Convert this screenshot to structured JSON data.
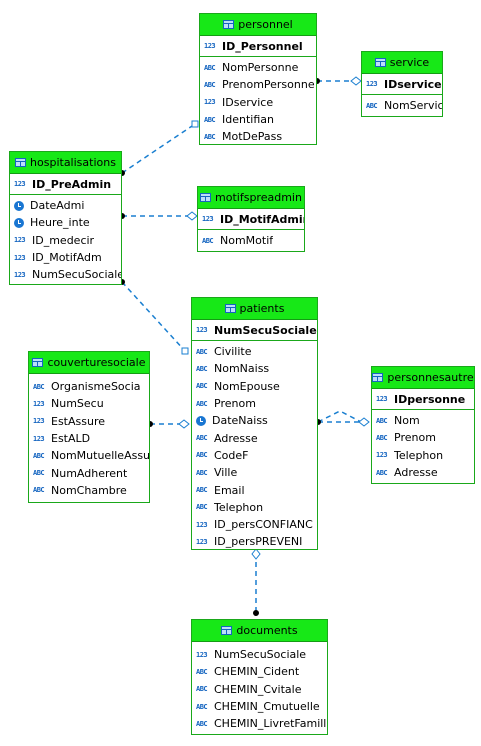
{
  "entities": {
    "personnel": {
      "name": "personnel",
      "pk": "ID_Personnel",
      "fields": [
        "NomPersonne",
        "PrenomPersonne",
        "IDservice",
        "Identifian",
        "MotDePass"
      ],
      "field_icons": [
        "abc",
        "abc",
        "num",
        "abc",
        "abc"
      ]
    },
    "service": {
      "name": "service",
      "pk": "IDservice",
      "fields": [
        "NomService"
      ],
      "field_icons": [
        "abc"
      ]
    },
    "hospitalisations": {
      "name": "hospitalisations",
      "pk": "ID_PreAdmin",
      "fields": [
        "DateAdmi",
        "Heure_inte",
        "ID_medecir",
        "ID_MotifAdm",
        "NumSecuSociale"
      ],
      "field_icons": [
        "clock",
        "clock",
        "num",
        "num",
        "num"
      ]
    },
    "motifspreadmin": {
      "name": "motifspreadmin",
      "pk": "ID_MotifAdmir",
      "fields": [
        "NomMotif"
      ],
      "field_icons": [
        "abc"
      ]
    },
    "patients": {
      "name": "patients",
      "pk": "NumSecuSociale",
      "fields": [
        "Civilite",
        "NomNaiss",
        "NomEpouse",
        "Prenom",
        "DateNaiss",
        "Adresse",
        "CodeF",
        "Ville",
        "Email",
        "Telephon",
        "ID_persCONFIANC",
        "ID_persPREVENI"
      ],
      "field_icons": [
        "abc",
        "abc",
        "abc",
        "abc",
        "clock",
        "abc",
        "abc",
        "abc",
        "abc",
        "abc",
        "num",
        "num"
      ]
    },
    "couverturesociale": {
      "name": "couverturesociale",
      "pk": "",
      "fields": [
        "OrganismeSocia",
        "NumSecu",
        "EstAssure",
        "EstALD",
        "NomMutuelleAssu",
        "NumAdherent",
        "NomChambre"
      ],
      "field_icons": [
        "abc",
        "num",
        "num",
        "num",
        "abc",
        "abc",
        "abc"
      ]
    },
    "personnesautres": {
      "name": "personnesautre",
      "pk": "IDpersonne",
      "fields": [
        "Nom",
        "Prenom",
        "Telephon",
        "Adresse"
      ],
      "field_icons": [
        "abc",
        "abc",
        "num",
        "abc"
      ]
    },
    "documents": {
      "name": "documents",
      "pk": "",
      "fields": [
        "NumSecuSociale",
        "CHEMIN_Cident",
        "CHEMIN_Cvitale",
        "CHEMIN_Cmutuelle",
        "CHEMIN_LivretFamille"
      ],
      "field_icons": [
        "num",
        "abc",
        "abc",
        "abc",
        "abc"
      ]
    }
  },
  "icon_labels": {
    "abc": "ABC",
    "num": "123",
    "key": "123"
  },
  "colors": {
    "header": "#17e817",
    "border": "#1aa81a",
    "link": "#1a7fd0",
    "icon": "#1565c0"
  }
}
